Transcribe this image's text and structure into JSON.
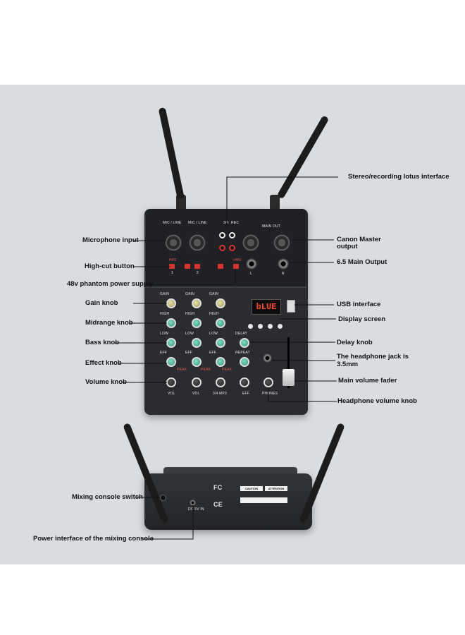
{
  "callouts_left": {
    "microphone_input": "Microphone input",
    "high_cut_button": "High-cut button",
    "phantom_power": "48v phantom power supply",
    "gain_knob": "Gain knob",
    "midrange_knob": "Midrange knob",
    "bass_knob": "Bass knob",
    "effect_knob": "Effect knob",
    "volume_knob": "Volume knob",
    "mixing_console_switch": "Mixing console switch",
    "power_interface": "Power interface of the mixing console"
  },
  "callouts_right": {
    "stereo_recording": "Stereo/recording lotus interface",
    "canon_master": "Canon Master",
    "canon_master_2": "output",
    "main_output": "6.5 Main Output",
    "usb_interface": "USB interface",
    "display_screen": "Display screen",
    "delay_knob": "Delay knob",
    "headphone_jack": "The headphone jack is",
    "headphone_jack_2": "3.5mm",
    "main_volume_fader": "Main volume fader",
    "headphone_volume_knob": "Headphone volume knob"
  },
  "panel_labels": {
    "mic_line_1": "MIC / LINE",
    "mic_line_2": "MIC / LINE",
    "ch34": "3/4",
    "rec": "REC",
    "main_out": "MAIN OUT",
    "ch1": "1",
    "ch2": "2",
    "left": "L",
    "right": "R",
    "gain": "GAIN",
    "high": "HIGH",
    "low": "LOW",
    "eff": "EFF",
    "delay": "DELAY",
    "repeat": "REPEAT",
    "vol": "VOL",
    "vol2": "VOL",
    "mp3": "3/4 MP3",
    "eff_out": "EFF",
    "phones": "PHONES",
    "display_text": "bLUE",
    "peak": "PEAK",
    "hpf": "HPF",
    "v48": "+48V",
    "dc": "DC 5V IN",
    "caution": "CAUTION",
    "attention": "ATTENTION",
    "fc": "FC",
    "ce": "CE"
  },
  "colors": {
    "background": "#d9dde0",
    "mixer_body": "#2a2c2f",
    "knob_gold": "#c9c47a",
    "knob_green": "#3fb395",
    "display_red": "#ff4a2e"
  }
}
